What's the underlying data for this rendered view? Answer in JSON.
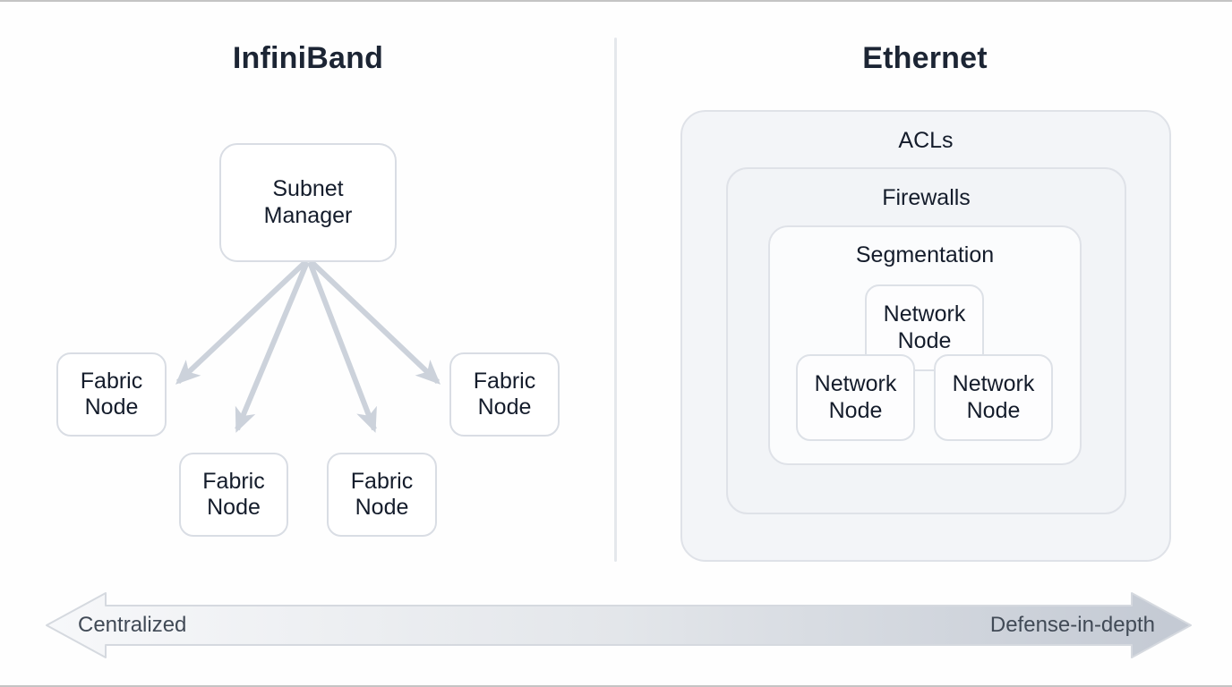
{
  "infiniband": {
    "title": "InfiniBand",
    "subnet_manager": "Subnet Manager",
    "fabric_nodes": [
      "Fabric Node",
      "Fabric Node",
      "Fabric Node",
      "Fabric Node"
    ]
  },
  "ethernet": {
    "title": "Ethernet",
    "layers": {
      "acls": "ACLs",
      "firewalls": "Firewalls",
      "segmentation": "Segmentation"
    },
    "network_nodes": [
      "Network Node",
      "Network Node",
      "Network Node"
    ]
  },
  "spectrum": {
    "left_label": "Centralized",
    "right_label": "Defense-in-depth"
  },
  "colors": {
    "title_text": "#1c2534",
    "box_text": "#141c2b",
    "box_border": "#d9dde4",
    "box_fill": "#ffffff",
    "layer_fill_outer": "#f3f5f8",
    "layer_fill_inner": "#fbfcfd",
    "connector_arrow": "#ccd2db",
    "divider": "#e5e8ec",
    "spectrum_gradient_start": "#f7f8fa",
    "spectrum_gradient_end": "#c3c9d3",
    "spectrum_border": "#d5d9df",
    "spectrum_text": "#414a56"
  }
}
